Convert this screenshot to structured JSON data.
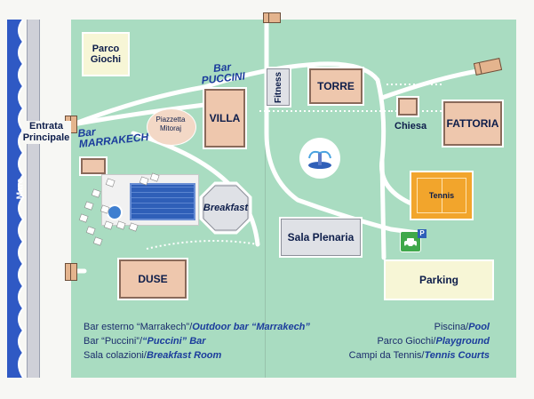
{
  "labels": {
    "mare": "Mare",
    "entrata": "Entrata\nPrincipale",
    "bar_marrakech": "Bar\nMARRAKECH",
    "bar_puccini": "Bar\nPUCCINI",
    "parco_giochi": "Parco\nGiochi",
    "piazzetta": "Piazzetta\nMitoraj",
    "villa": "VILLA",
    "fitness": "Fitness",
    "torre": "TORRE",
    "chiesa": "Chiesa",
    "fattoria": "FATTORIA",
    "tennis": "Tennis",
    "breakfast": "Breakfast",
    "sala_plenaria": "Sala Plenaria",
    "duse": "DUSE",
    "parking": "Parking"
  },
  "legend_left": [
    {
      "it": "Bar esterno “Marrakech”/",
      "en": "Outdoor bar “Marrakech”"
    },
    {
      "it": "Bar “Puccini”/",
      "en": "“Puccini” Bar"
    },
    {
      "it": "Sala colazioni/",
      "en": "Breakfast Room"
    }
  ],
  "legend_right": [
    {
      "it": "Piscina/",
      "en": "Pool"
    },
    {
      "it": "Parco Giochi/",
      "en": "Playground"
    },
    {
      "it": "Campi da Tennis/",
      "en": "Tennis Courts"
    }
  ],
  "icons": {
    "parking_sign": "P",
    "ev_charging": "electric-car-charging-icon",
    "fountain": "fountain-icon"
  },
  "colors": {
    "grass": "#a9dcc1",
    "building_pink": "#eec7ad",
    "building_grey": "#dfe1e6",
    "tennis_court": "#f2a52c",
    "parking_area": "#f7f6d6",
    "pool": "#2f5fb8",
    "text_blue": "#1b3c9c"
  }
}
